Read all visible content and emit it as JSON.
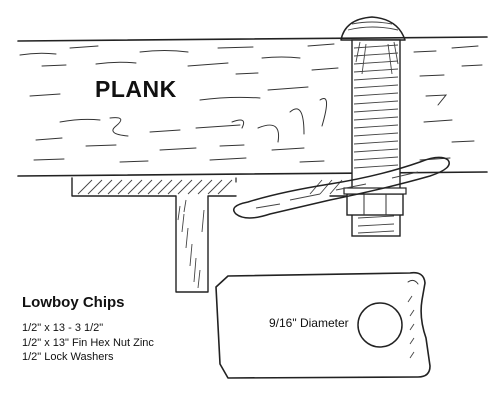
{
  "plank_label": "PLANK",
  "clip": {
    "diameter_label": "9/16\"  Diameter"
  },
  "specs": {
    "title": "Lowboy Chips",
    "items": [
      "1/2\" x  13 - 3 1/2\"",
      "1/2\" x  13\" Fin Hex Nut Zinc",
      "1/2\" Lock Washers"
    ]
  },
  "colors": {
    "ink": "#222222",
    "background": "#ffffff"
  }
}
